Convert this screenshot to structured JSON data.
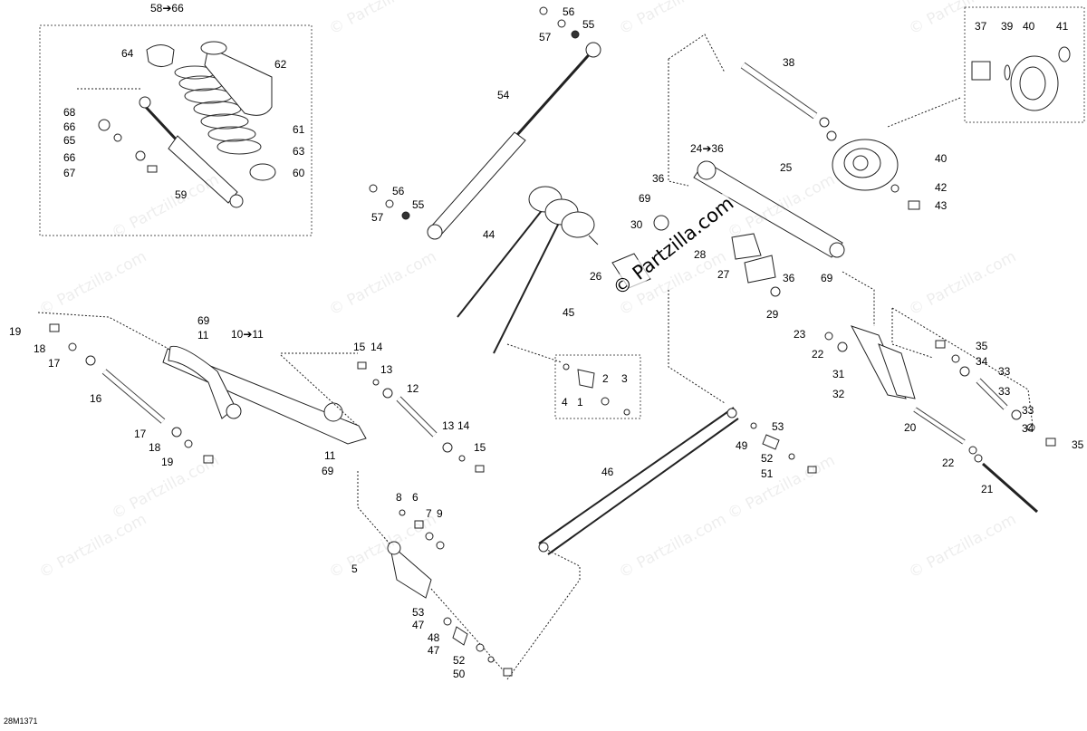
{
  "diagram": {
    "code": "28M1371",
    "center_watermark": "© Partzilla.com",
    "background_watermark": "© Partzilla.com",
    "labels": [
      "58➔66",
      "64",
      "62",
      "68",
      "66",
      "61",
      "65",
      "63",
      "66",
      "60",
      "67",
      "59",
      "56",
      "55",
      "57",
      "54",
      "56",
      "55",
      "57",
      "37",
      "39",
      "40",
      "41",
      "38",
      "40",
      "42",
      "43",
      "24➔36",
      "25",
      "36",
      "69",
      "30",
      "28",
      "26",
      "27",
      "36",
      "69",
      "29",
      "44",
      "45",
      "23",
      "22",
      "35",
      "34",
      "33",
      "31",
      "33",
      "32",
      "33",
      "34",
      "35",
      "20",
      "22",
      "21",
      "19",
      "18",
      "17",
      "16",
      "17",
      "18",
      "19",
      "69",
      "11",
      "10➔11",
      "15",
      "14",
      "13",
      "12",
      "13",
      "14",
      "15",
      "11",
      "69",
      "8",
      "6",
      "7",
      "9",
      "5",
      "53",
      "47",
      "48",
      "47",
      "52",
      "50",
      "4",
      "1",
      "2",
      "3",
      "46",
      "53",
      "49",
      "52",
      "51"
    ]
  }
}
